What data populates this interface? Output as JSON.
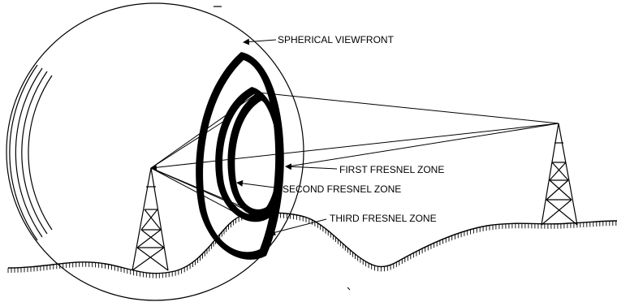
{
  "labels": {
    "spherical": "SPHERICAL VIEWFRONT",
    "first": "FIRST FRESNEL ZONE",
    "second": "SECOND FRESNEL ZONE",
    "third": "THIRD FRESNEL ZONE"
  },
  "colors": {
    "ink": "#000000",
    "background": "#ffffff"
  }
}
